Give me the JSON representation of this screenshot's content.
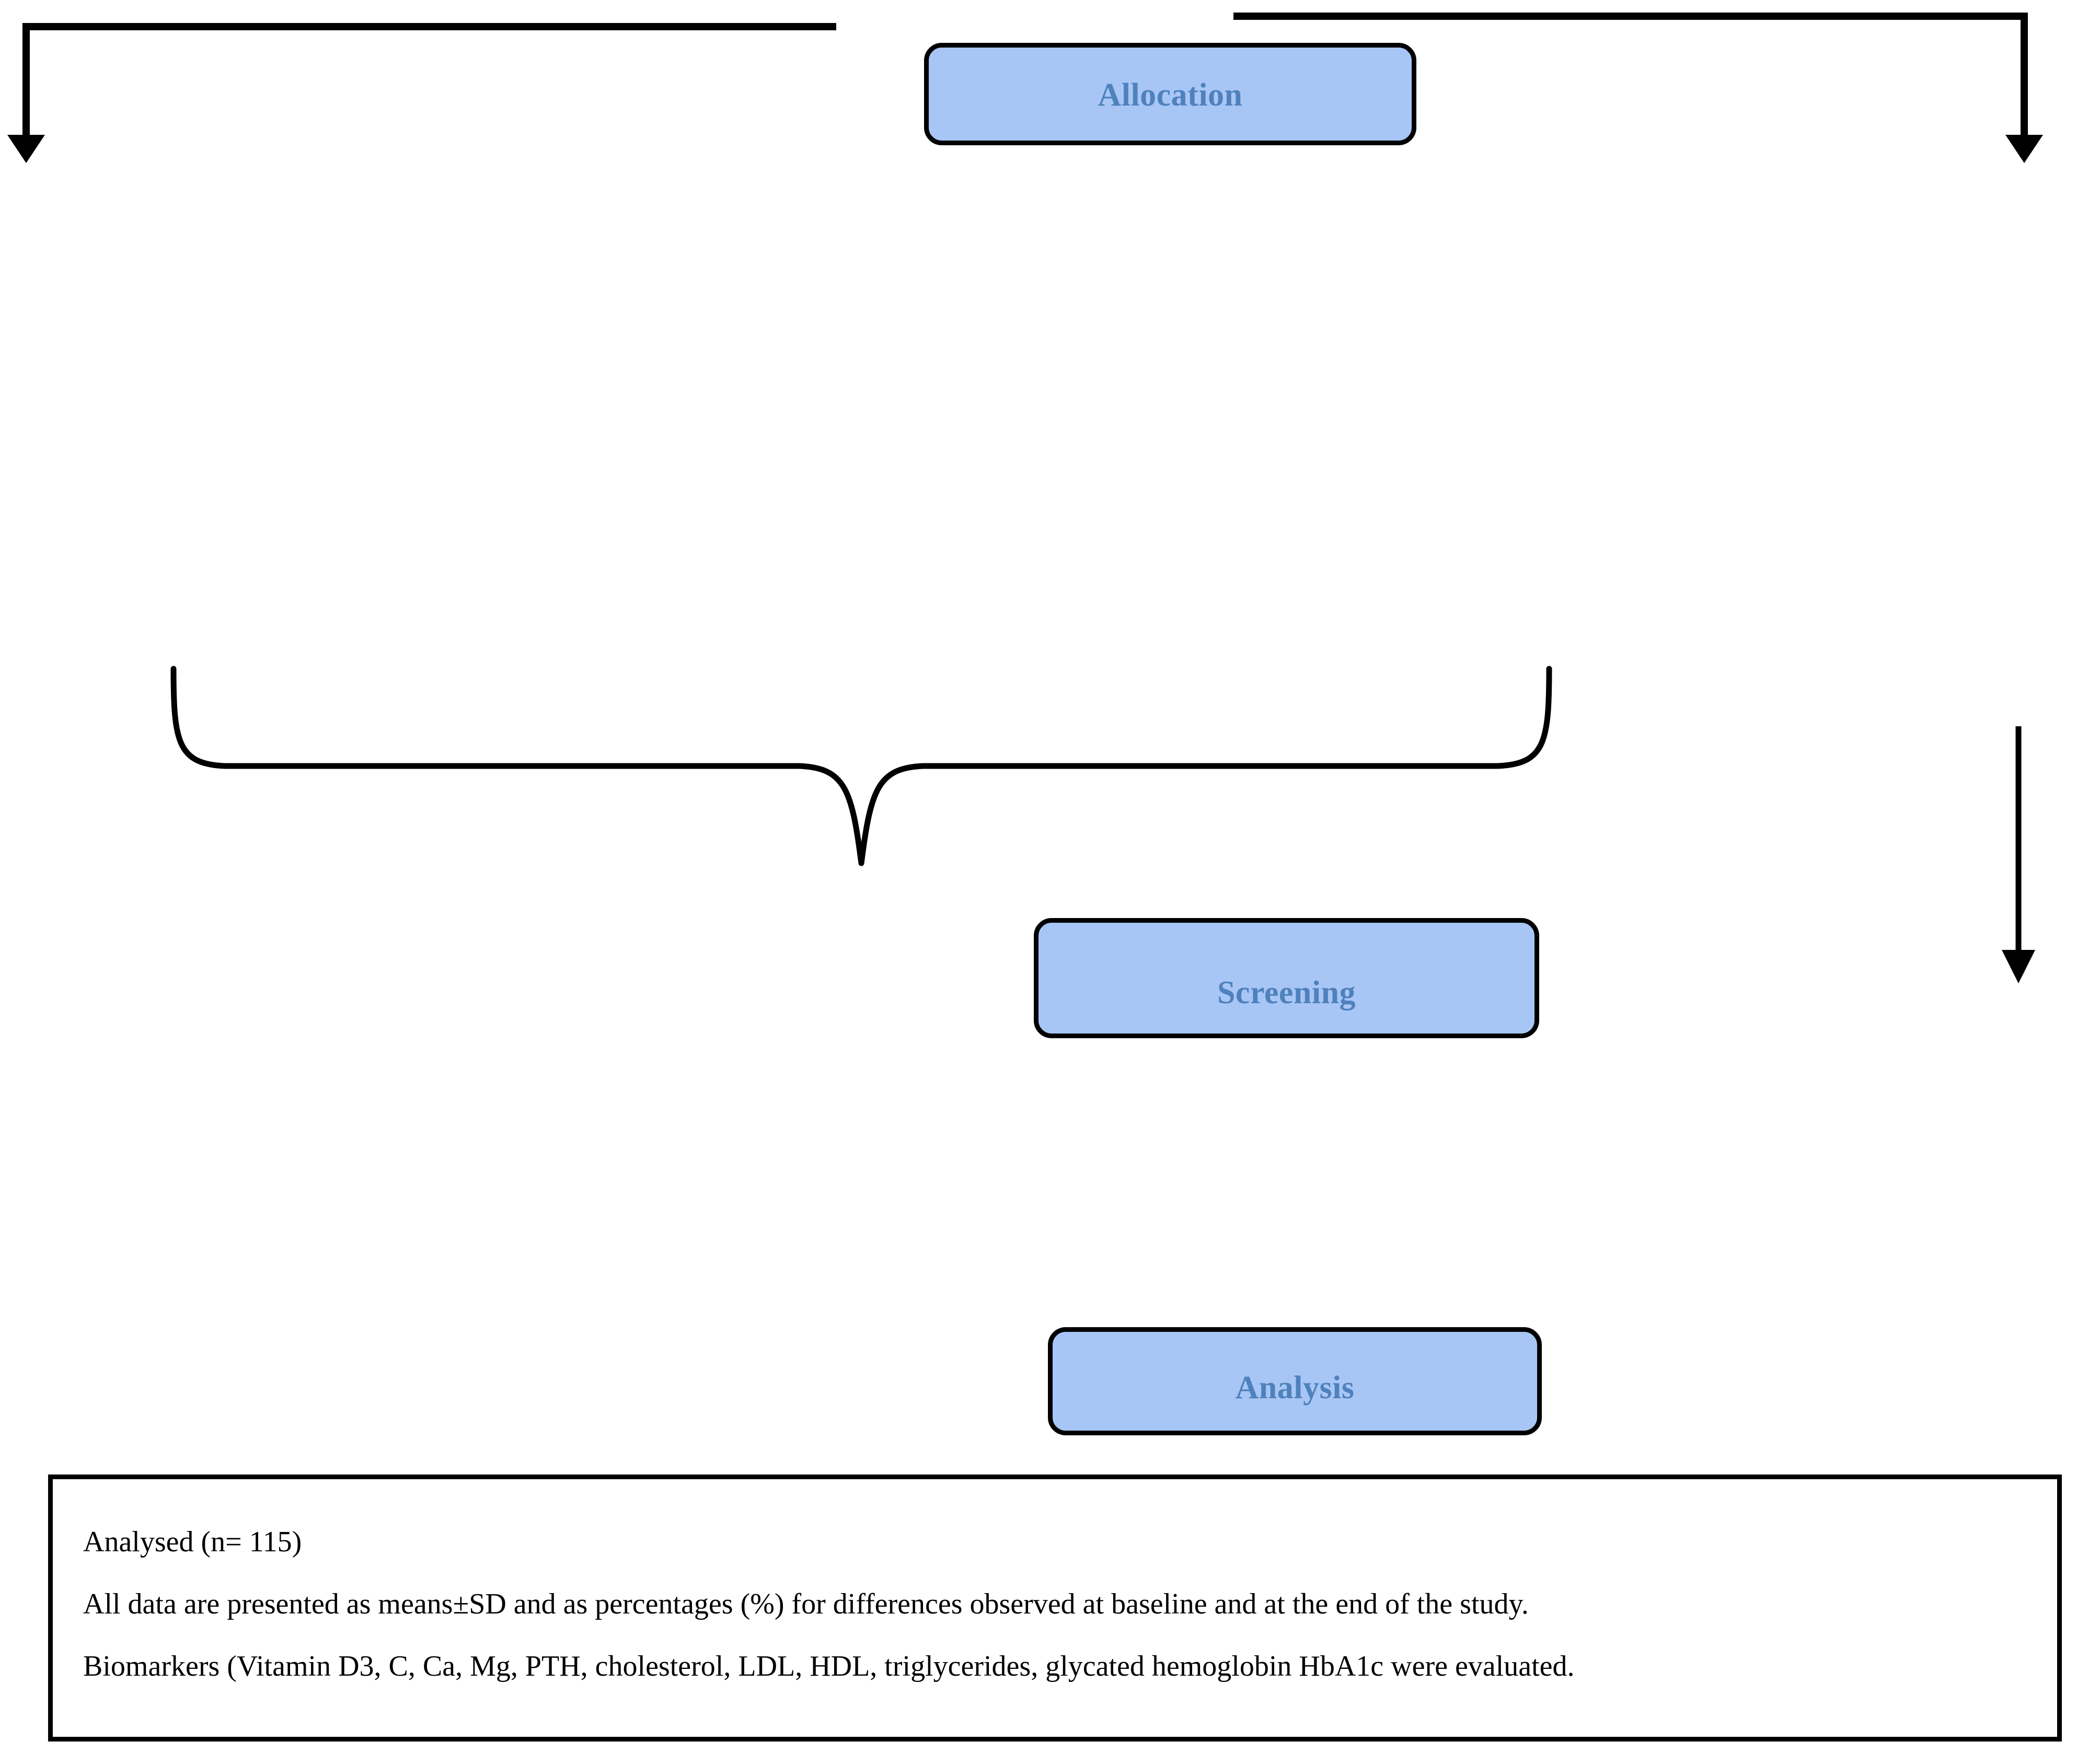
{
  "diagram": {
    "type": "consort-flow-diagram",
    "stages": [
      {
        "id": "allocation",
        "label": "Allocation"
      },
      {
        "id": "screening",
        "label": "Screening"
      },
      {
        "id": "analysis",
        "label": "Analysis"
      }
    ],
    "colors": {
      "stage_fill": "#A8C6F5",
      "stage_border": "#000000",
      "stage_text": "#4F81BD",
      "note_text": "#000000",
      "connector": "#000000",
      "background": "#FFFFFF"
    },
    "connectors": [
      {
        "id": "left-branch-arrow",
        "kind": "elbow-arrow",
        "direction": "down"
      },
      {
        "id": "right-branch-arrow",
        "kind": "elbow-arrow",
        "direction": "down"
      },
      {
        "id": "brace-to-screening",
        "kind": "curly-brace",
        "direction": "down"
      },
      {
        "id": "right-long-arrow",
        "kind": "straight-arrow",
        "direction": "down"
      }
    ],
    "analysis_note": {
      "lines": [
        "Analysed (n= 115)",
        "All data are presented as means±SD and as percentages (%) for differences observed at baseline and at the end of the study.",
        "Biomarkers (Vitamin D3, C, Ca, Mg, PTH, cholesterol, LDL, HDL, triglycerides, glycated hemoglobin HbA1c were evaluated."
      ],
      "analysed_n": 115
    }
  }
}
